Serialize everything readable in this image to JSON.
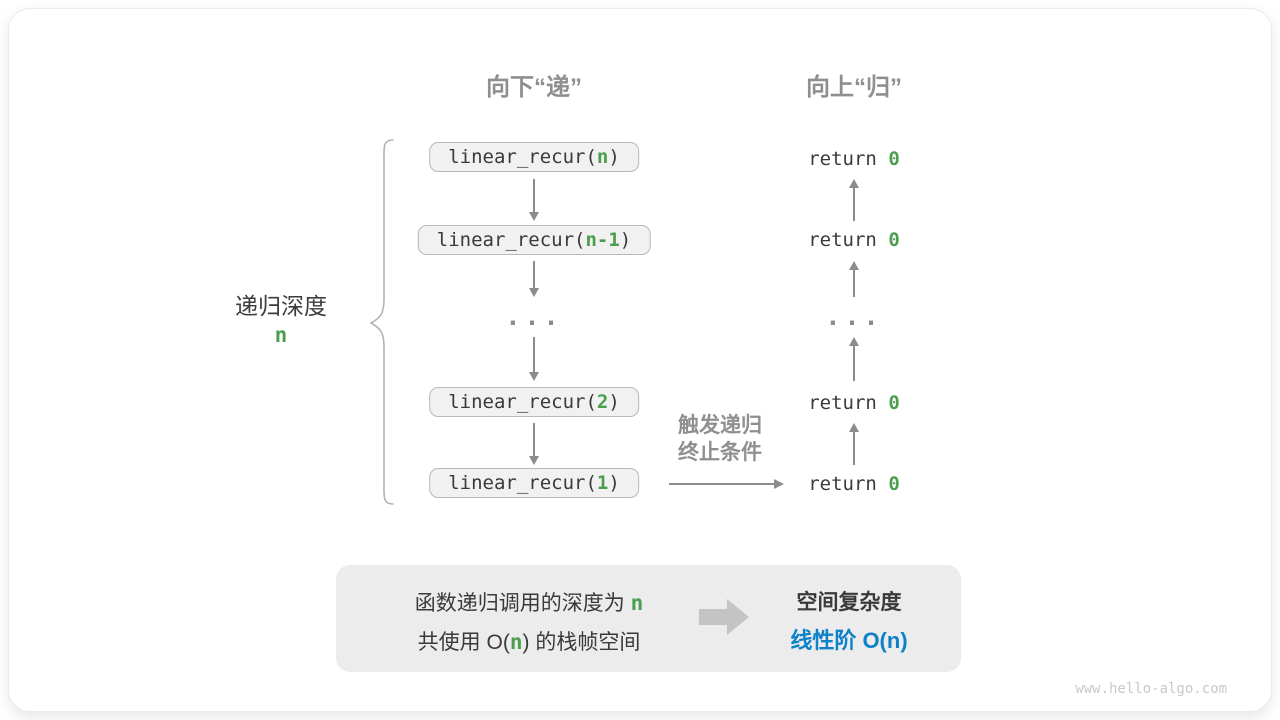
{
  "headers": {
    "down": "向下“递”",
    "up": "向上“归”"
  },
  "depth": {
    "label": "递归深度",
    "value": "n"
  },
  "stack": {
    "boxes": [
      {
        "prefix": "linear_recur(",
        "arg": "n",
        "suffix": ")"
      },
      {
        "prefix": "linear_recur(",
        "arg": "n-1",
        "suffix": ")"
      },
      {
        "prefix": "linear_recur(",
        "arg": "2",
        "suffix": ")"
      },
      {
        "prefix": "linear_recur(",
        "arg": "1",
        "suffix": ")"
      }
    ],
    "ellipsis": "..."
  },
  "returns": {
    "items": [
      {
        "prefix": "return ",
        "value": "0"
      },
      {
        "prefix": "return ",
        "value": "0"
      },
      {
        "prefix": "return ",
        "value": "0"
      },
      {
        "prefix": "return ",
        "value": "0"
      }
    ],
    "ellipsis": "..."
  },
  "trigger": {
    "line1": "触发递归",
    "line2": "终止条件"
  },
  "summary": {
    "line1_prefix": "函数递归调用的深度为 ",
    "line1_value": "n",
    "line2_prefix": "共使用 O(",
    "line2_value": "n",
    "line2_suffix": ") 的栈帧空间",
    "result_title": "空间复杂度",
    "result_value": "线性阶 O(n)"
  },
  "watermark": "www.hello-algo.com",
  "colors": {
    "green": "#4b9e4e",
    "blue": "#0e82c8",
    "gray_label": "#8f8f8f",
    "text_dark": "#3a3a3a",
    "arrow_gray": "#8c8c8c",
    "box_fill": "#f1f1f1",
    "box_border": "#b8b8b8",
    "summary_fill": "#ececec"
  }
}
